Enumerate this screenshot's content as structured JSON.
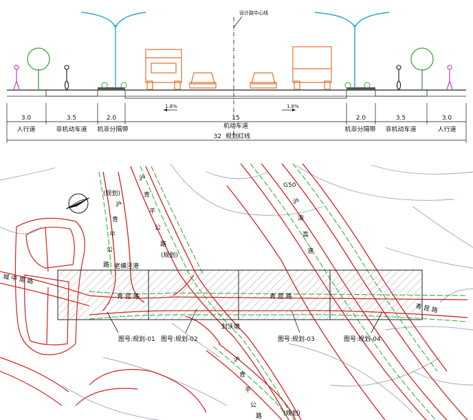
{
  "cross_section": {
    "centerline_label": "设计路中心线",
    "slope_left": "1.8%",
    "slope_right": "1.8%",
    "segments": [
      {
        "width": "3.0",
        "label": "人行道"
      },
      {
        "width": "3.5",
        "label": "非机动车道"
      },
      {
        "width": "2.0",
        "label": "机非分隔带"
      },
      {
        "width": "15",
        "label": "机动车道"
      },
      {
        "width": "2.0",
        "label": "机非分隔带"
      },
      {
        "width": "3.5",
        "label": "非机动车道"
      },
      {
        "width": "3.0",
        "label": "人行道"
      }
    ],
    "total_width": "32",
    "total_label": "规划红线"
  },
  "plan": {
    "road_main": "青 昆 路",
    "road_main_2": "青 昆 路",
    "road_main_3": "青 昆 路",
    "road_west": "城 中 南 路",
    "road_hq_top_planned": "(规划)",
    "road_hq_top_chars": [
      "沪",
      "青",
      "平",
      "公",
      "路"
    ],
    "road_hq_top2_chars": [
      "沪",
      "青",
      "平",
      "公",
      "路"
    ],
    "road_hq_top2_planned": "(规划)",
    "road_expressway_code": "G50",
    "road_expressway_chars": [
      "沪",
      "渝",
      "高",
      "速"
    ],
    "river_1": "老横泾港",
    "river_2": "封沃塘",
    "road_hq_bottom_chars": [
      "沪",
      "青",
      "平",
      "公",
      "路"
    ],
    "road_hq_bottom_planned": "(规划)",
    "sheets": [
      "图号:规划-01",
      "图号:规划-02",
      "图号:规划-03",
      "图号:规划-04"
    ]
  },
  "colors": {
    "road_red": "#d32020",
    "green_dash": "#2aa52a",
    "grey_line": "#9aa3c0",
    "lamp_cyan": "#22a9c9",
    "vehicle_orange": "#e0702a"
  }
}
